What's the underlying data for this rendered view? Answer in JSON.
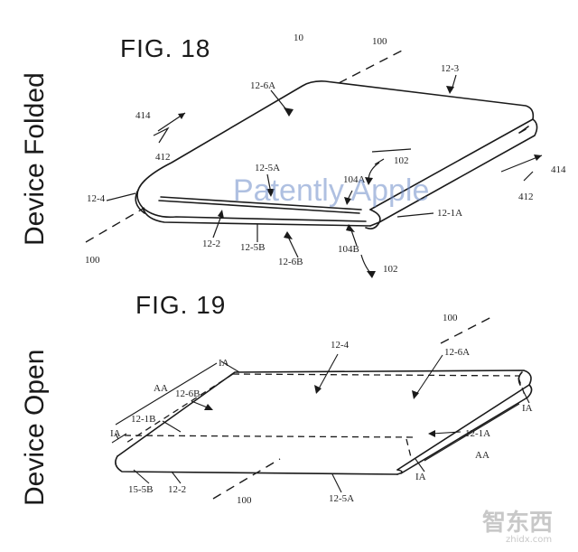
{
  "side_titles": {
    "folded": "Device Folded",
    "open": "Device Open"
  },
  "fig18": {
    "title": "FIG. 18",
    "labels": {
      "l10": "10",
      "l100a": "100",
      "l12_3": "12-3",
      "l12_6A": "12-6A",
      "l414a": "414",
      "l412a": "412",
      "l102a": "102",
      "l104A": "104A",
      "l12_5A": "12-5A",
      "l12_4": "12-4",
      "l12_2": "12-2",
      "l12_5B": "12-5B",
      "l12_6B": "12-6B",
      "l104B": "104B",
      "l12_1A": "12-1A",
      "l100b": "100",
      "l102b": "102",
      "l414b": "414",
      "l412b": "412"
    }
  },
  "fig19": {
    "title": "FIG. 19",
    "labels": {
      "l100a": "100",
      "l12_4": "12-4",
      "l12_6A": "12-6A",
      "lIA1": "IA",
      "lAA1": "AA",
      "l12_6B": "12-6B",
      "l12_1B": "12-1B",
      "lIA2": "IA",
      "lIA3": "IA",
      "l12_1A": "12-1A",
      "lAA2": "AA",
      "lIA4": "IA",
      "l15_5B": "15-5B",
      "l12_2": "12-2",
      "l100b": "100",
      "l12_5A": "12-5A"
    }
  },
  "watermark": "Patently Apple",
  "logo": {
    "main": "智东西",
    "sub": "zhidx.com"
  }
}
